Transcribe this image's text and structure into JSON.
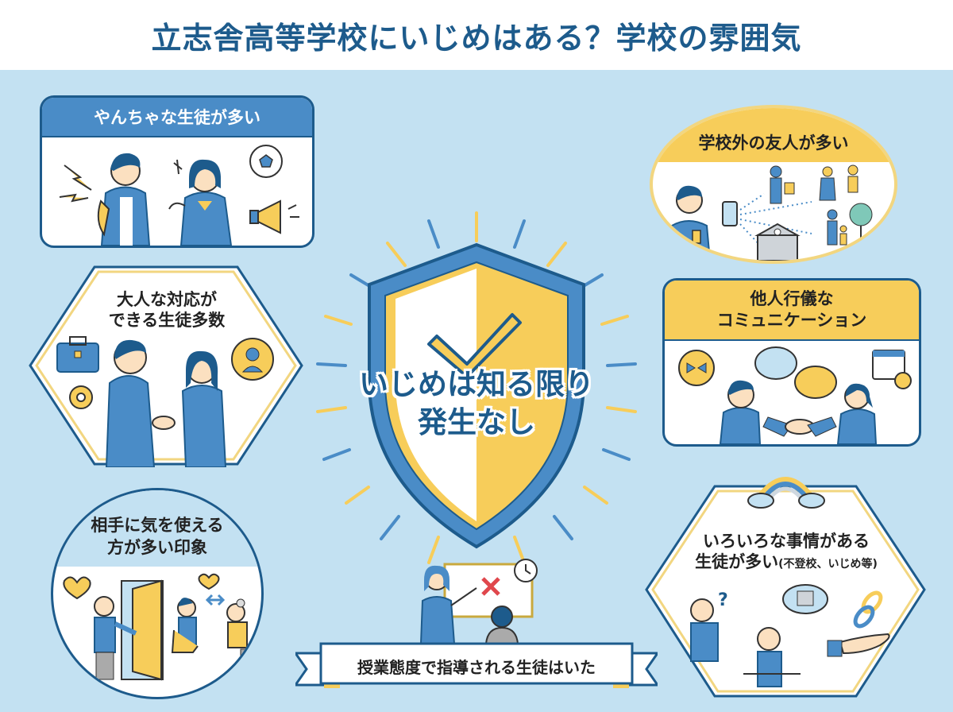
{
  "title": "立志舎高等学校にいじめはある？学校の雰囲気",
  "center": {
    "line1": "いじめは知る限り",
    "line2": "発生なし",
    "icon": "shield-check-icon"
  },
  "panels": {
    "top_left": {
      "label": "やんちゃな生徒が多い",
      "icons": [
        "lightning-icon",
        "boy-with-backpack-icon",
        "girl-student-icon",
        "soccer-ball-icon",
        "megaphone-icon"
      ]
    },
    "top_right": {
      "label": "学校外の友人が多い",
      "icons": [
        "boy-with-phone-icon",
        "smartphone-icon",
        "shopping-person-icon",
        "friends-walking-icon",
        "parent-child-park-icon",
        "school-building-icon"
      ]
    },
    "mid_left": {
      "line1": "大人な対応が",
      "line2": "できる生徒多数",
      "icons": [
        "briefcase-icon",
        "gear-icon",
        "handshake-icon",
        "person-speech-bubble-icon"
      ]
    },
    "mid_right": {
      "line1": "他人行儀な",
      "line2": "コミュニケーション",
      "icons": [
        "bow-face-icon",
        "speech-bubble-icon",
        "calendar-clock-icon",
        "handshake-icon"
      ]
    },
    "bottom_left": {
      "line1": "相手に気を使える",
      "line2": "方が多い印象",
      "icons": [
        "heart-icon",
        "door-holding-icon",
        "two-way-arrow-icon",
        "elderly-person-icon"
      ]
    },
    "bottom_right": {
      "line1": "いろいろな事情がある",
      "line2_main": "生徒が多い",
      "line2_note": "(不登校、いじめ等)",
      "icons": [
        "rainbow-icon",
        "question-person-icon",
        "sad-person-icon",
        "broken-chain-icon"
      ]
    },
    "bottom_center": {
      "banner": "授業態度で指導される生徒はいた",
      "icons": [
        "teacher-pointer-icon",
        "whiteboard-x-icon",
        "clock-icon",
        "student-back-icon"
      ]
    }
  },
  "colors": {
    "title": "#1d5b8c",
    "background": "#c3e1f2",
    "primary_blue": "#4a8cc7",
    "dark_blue": "#1d5b8c",
    "yellow": "#f7cd5a",
    "red_x": "#e0474c"
  }
}
